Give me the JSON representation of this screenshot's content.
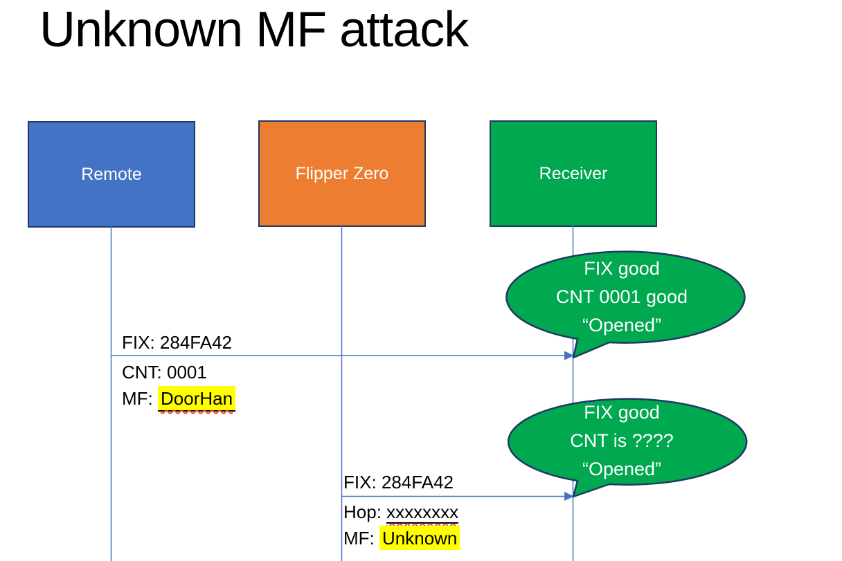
{
  "title": "Unknown MF attack",
  "colors": {
    "remote": "#4472C4",
    "flipper": "#ED7D31",
    "receiver": "#00A850",
    "bubble": "#00A850",
    "border": "#1F3864",
    "line": "#4472C4",
    "highlight": "#FFFF00",
    "squiggle": "#E8492C",
    "text": "#000000",
    "bubble_text": "#FFFFFF"
  },
  "actors": [
    {
      "label": "Remote"
    },
    {
      "label": "Flipper Zero"
    },
    {
      "label": "Receiver"
    }
  ],
  "messages": [
    {
      "above": "FIX: 284FA42",
      "line1": "CNT: 0001",
      "line2_prefix": "MF: ",
      "line2_mark": "DoorHan"
    },
    {
      "above": "FIX: 284FA42",
      "line1_prefix": "Hop: ",
      "line1_mark": "xxxxxxxx",
      "line2_prefix": "MF: ",
      "line2_mark": "Unknown"
    }
  ],
  "callouts": [
    {
      "line1": "FIX good",
      "line2": "CNT 0001 good",
      "line3": "“Opened”"
    },
    {
      "line1": "FIX good",
      "line2": "CNT is ????",
      "line3": "“Opened”"
    }
  ]
}
